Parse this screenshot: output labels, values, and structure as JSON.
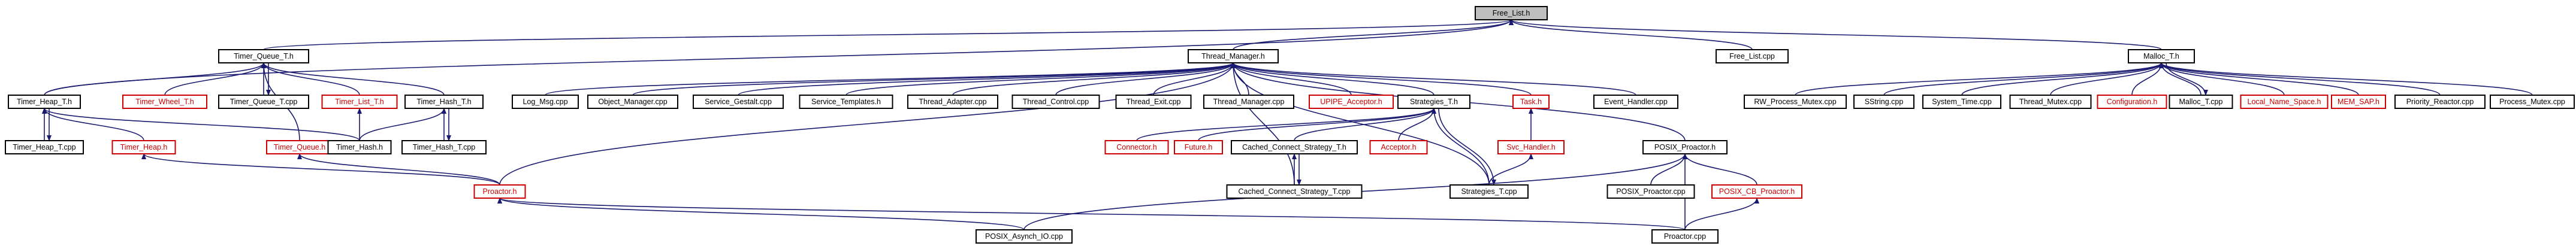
{
  "graph": {
    "colors": {
      "edge": "#191970",
      "node_border": "#000000",
      "missing_node": "#cc0000",
      "focus_fill": "#bfbfbf"
    },
    "nodes": [
      {
        "id": "free_list_h",
        "label": "Free_List.h",
        "focus": true,
        "red": false
      },
      {
        "id": "timer_heap_t_h",
        "label": "Timer_Heap_T.h",
        "red": false
      },
      {
        "id": "timer_queue_t_h",
        "label": "Timer_Queue_T.h",
        "red": false
      },
      {
        "id": "thread_manager_h",
        "label": "Thread_Manager.h",
        "red": false
      },
      {
        "id": "free_list_cpp",
        "label": "Free_List.cpp",
        "red": false
      },
      {
        "id": "malloc_t_h",
        "label": "Malloc_T.h",
        "red": false
      },
      {
        "id": "timer_wheel_t_h",
        "label": "Timer_Wheel_T.h",
        "red": true
      },
      {
        "id": "timer_queue_t_cpp",
        "label": "Timer_Queue_T.cpp",
        "red": false
      },
      {
        "id": "timer_list_t_h",
        "label": "Timer_List_T.h",
        "red": true
      },
      {
        "id": "timer_hash_t_h",
        "label": "Timer_Hash_T.h",
        "red": false
      },
      {
        "id": "log_msg_cpp",
        "label": "Log_Msg.cpp",
        "red": false
      },
      {
        "id": "object_manager_cpp",
        "label": "Object_Manager.cpp",
        "red": false
      },
      {
        "id": "service_gestalt_cpp",
        "label": "Service_Gestalt.cpp",
        "red": false
      },
      {
        "id": "service_templates_h",
        "label": "Service_Templates.h",
        "red": false
      },
      {
        "id": "thread_adapter_cpp",
        "label": "Thread_Adapter.cpp",
        "red": false
      },
      {
        "id": "thread_control_cpp",
        "label": "Thread_Control.cpp",
        "red": false
      },
      {
        "id": "thread_exit_cpp",
        "label": "Thread_Exit.cpp",
        "red": false
      },
      {
        "id": "thread_manager_cpp",
        "label": "Thread_Manager.cpp",
        "red": false
      },
      {
        "id": "upipe_acceptor_h",
        "label": "UPIPE_Acceptor.h",
        "red": true
      },
      {
        "id": "strategies_t_h",
        "label": "Strategies_T.h",
        "red": false
      },
      {
        "id": "task_h",
        "label": "Task.h",
        "red": true
      },
      {
        "id": "event_handler_cpp",
        "label": "Event_Handler.cpp",
        "red": false
      },
      {
        "id": "rw_process_mutex_cpp",
        "label": "RW_Process_Mutex.cpp",
        "red": false
      },
      {
        "id": "sstring_cpp",
        "label": "SString.cpp",
        "red": false
      },
      {
        "id": "system_time_cpp",
        "label": "System_Time.cpp",
        "red": false
      },
      {
        "id": "thread_mutex_cpp",
        "label": "Thread_Mutex.cpp",
        "red": false
      },
      {
        "id": "configuration_h",
        "label": "Configuration.h",
        "red": true
      },
      {
        "id": "malloc_t_cpp",
        "label": "Malloc_T.cpp",
        "red": false
      },
      {
        "id": "local_name_space_h",
        "label": "Local_Name_Space.h",
        "red": true
      },
      {
        "id": "mem_sap_h",
        "label": "MEM_SAP.h",
        "red": true
      },
      {
        "id": "priority_reactor_cpp",
        "label": "Priority_Reactor.cpp",
        "red": false
      },
      {
        "id": "process_mutex_cpp",
        "label": "Process_Mutex.cpp",
        "red": false
      },
      {
        "id": "timer_heap_h",
        "label": "Timer_Heap.h",
        "red": true
      },
      {
        "id": "timer_queue_h",
        "label": "Timer_Queue.h",
        "red": true
      },
      {
        "id": "timer_hash_h",
        "label": "Timer_Hash.h",
        "red": false
      },
      {
        "id": "timer_hash_t_cpp",
        "label": "Timer_Hash_T.cpp",
        "red": false
      },
      {
        "id": "timer_heap_t_cpp",
        "label": "Timer_Heap_T.cpp",
        "red": false
      },
      {
        "id": "connector_h",
        "label": "Connector.h",
        "red": true
      },
      {
        "id": "future_h",
        "label": "Future.h",
        "red": true
      },
      {
        "id": "cached_connect_strategy_t_h",
        "label": "Cached_Connect_Strategy_T.h",
        "red": false
      },
      {
        "id": "acceptor_h",
        "label": "Acceptor.h",
        "red": true
      },
      {
        "id": "svc_handler_h",
        "label": "Svc_Handler.h",
        "red": true
      },
      {
        "id": "posix_proactor_h",
        "label": "POSIX_Proactor.h",
        "red": false
      },
      {
        "id": "proactor_h",
        "label": "Proactor.h",
        "red": true
      },
      {
        "id": "cached_connect_strategy_t_cpp",
        "label": "Cached_Connect_Strategy_T.cpp",
        "red": false
      },
      {
        "id": "strategies_t_cpp",
        "label": "Strategies_T.cpp",
        "red": false
      },
      {
        "id": "posix_proactor_cpp",
        "label": "POSIX_Proactor.cpp",
        "red": false
      },
      {
        "id": "posix_cb_proactor_h",
        "label": "POSIX_CB_Proactor.h",
        "red": true
      },
      {
        "id": "posix_asynch_io_cpp",
        "label": "POSIX_Asynch_IO.cpp",
        "red": false
      },
      {
        "id": "proactor_cpp",
        "label": "Proactor.cpp",
        "red": false
      }
    ],
    "edges": [
      [
        "timer_heap_t_h",
        "free_list_h"
      ],
      [
        "timer_queue_t_h",
        "free_list_h"
      ],
      [
        "thread_manager_h",
        "free_list_h"
      ],
      [
        "free_list_cpp",
        "free_list_h"
      ],
      [
        "malloc_t_h",
        "free_list_h"
      ],
      [
        "timer_wheel_t_h",
        "timer_queue_t_h"
      ],
      [
        "timer_queue_t_cpp",
        "timer_queue_t_h"
      ],
      [
        "timer_list_t_h",
        "timer_queue_t_h"
      ],
      [
        "timer_hash_t_h",
        "timer_queue_t_h"
      ],
      [
        "timer_heap_t_h",
        "timer_queue_t_h"
      ],
      [
        "timer_queue_h",
        "timer_queue_t_h"
      ],
      [
        "timer_queue_t_h",
        "timer_queue_t_cpp"
      ],
      [
        "timer_heap_t_cpp",
        "timer_heap_t_h"
      ],
      [
        "timer_heap_h",
        "timer_heap_t_h"
      ],
      [
        "timer_hash_h",
        "timer_heap_t_h"
      ],
      [
        "timer_heap_t_h",
        "timer_heap_t_cpp"
      ],
      [
        "timer_hash_h",
        "timer_hash_t_h"
      ],
      [
        "timer_hash_t_cpp",
        "timer_hash_t_h"
      ],
      [
        "timer_hash_t_h",
        "timer_hash_t_cpp"
      ],
      [
        "timer_hash_h",
        "timer_list_t_h"
      ],
      [
        "proactor_h",
        "timer_heap_h"
      ],
      [
        "proactor_h",
        "timer_queue_h"
      ],
      [
        "proactor_h",
        "thread_manager_h"
      ],
      [
        "log_msg_cpp",
        "thread_manager_h"
      ],
      [
        "object_manager_cpp",
        "thread_manager_h"
      ],
      [
        "service_gestalt_cpp",
        "thread_manager_h"
      ],
      [
        "service_templates_h",
        "thread_manager_h"
      ],
      [
        "thread_adapter_cpp",
        "thread_manager_h"
      ],
      [
        "thread_control_cpp",
        "thread_manager_h"
      ],
      [
        "thread_exit_cpp",
        "thread_manager_h"
      ],
      [
        "thread_manager_cpp",
        "thread_manager_h"
      ],
      [
        "upipe_acceptor_h",
        "thread_manager_h"
      ],
      [
        "strategies_t_h",
        "thread_manager_h"
      ],
      [
        "task_h",
        "thread_manager_h"
      ],
      [
        "event_handler_cpp",
        "thread_manager_h"
      ],
      [
        "posix_proactor_h",
        "thread_manager_h"
      ],
      [
        "strategies_t_cpp",
        "thread_manager_h"
      ],
      [
        "cached_connect_strategy_t_cpp",
        "thread_manager_h"
      ],
      [
        "connector_h",
        "strategies_t_h"
      ],
      [
        "future_h",
        "strategies_t_h"
      ],
      [
        "cached_connect_strategy_t_h",
        "strategies_t_h"
      ],
      [
        "acceptor_h",
        "strategies_t_h"
      ],
      [
        "strategies_t_cpp",
        "strategies_t_h"
      ],
      [
        "strategies_t_h",
        "strategies_t_cpp"
      ],
      [
        "cached_connect_strategy_t_cpp",
        "cached_connect_strategy_t_h"
      ],
      [
        "cached_connect_strategy_t_h",
        "cached_connect_strategy_t_cpp"
      ],
      [
        "svc_handler_h",
        "task_h"
      ],
      [
        "strategies_t_cpp",
        "svc_handler_h"
      ],
      [
        "posix_asynch_io_cpp",
        "posix_proactor_h"
      ],
      [
        "posix_proactor_cpp",
        "posix_proactor_h"
      ],
      [
        "posix_cb_proactor_h",
        "posix_proactor_h"
      ],
      [
        "proactor_cpp",
        "posix_proactor_h"
      ],
      [
        "proactor_cpp",
        "posix_cb_proactor_h"
      ],
      [
        "posix_asynch_io_cpp",
        "proactor_h"
      ],
      [
        "proactor_cpp",
        "proactor_h"
      ],
      [
        "rw_process_mutex_cpp",
        "malloc_t_h"
      ],
      [
        "sstring_cpp",
        "malloc_t_h"
      ],
      [
        "system_time_cpp",
        "malloc_t_h"
      ],
      [
        "thread_mutex_cpp",
        "malloc_t_h"
      ],
      [
        "configuration_h",
        "malloc_t_h"
      ],
      [
        "malloc_t_cpp",
        "malloc_t_h"
      ],
      [
        "malloc_t_h",
        "malloc_t_cpp"
      ],
      [
        "local_name_space_h",
        "malloc_t_h"
      ],
      [
        "mem_sap_h",
        "malloc_t_h"
      ],
      [
        "priority_reactor_cpp",
        "malloc_t_h"
      ],
      [
        "process_mutex_cpp",
        "malloc_t_h"
      ]
    ]
  }
}
